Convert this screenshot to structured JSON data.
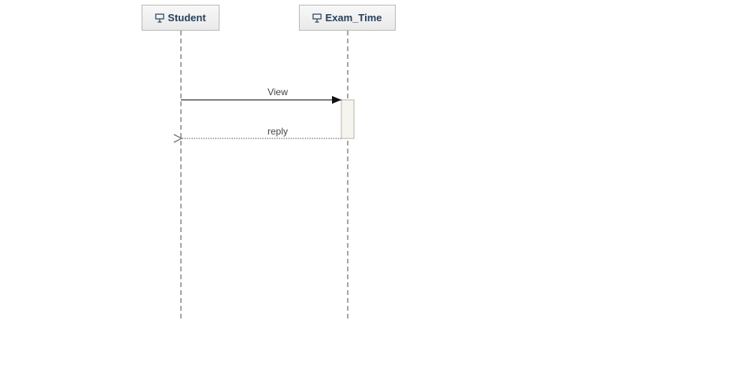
{
  "lifelines": [
    {
      "id": "student",
      "label": "Student",
      "icon": "actor-icon"
    },
    {
      "id": "exam_time",
      "label": "Exam_Time",
      "icon": "actor-icon"
    }
  ],
  "messages": [
    {
      "label": "View",
      "from": "student",
      "to": "exam_time",
      "type": "synchronous"
    },
    {
      "label": "reply",
      "from": "exam_time",
      "to": "student",
      "type": "return"
    }
  ],
  "colors": {
    "lifeline_text": "#27415f",
    "lifeline_line": "#888888",
    "message_line": "#333333",
    "box_border": "#b9b9b9",
    "activation_border": "#b9b3a8",
    "activation_fill": "#f6f4ef"
  }
}
